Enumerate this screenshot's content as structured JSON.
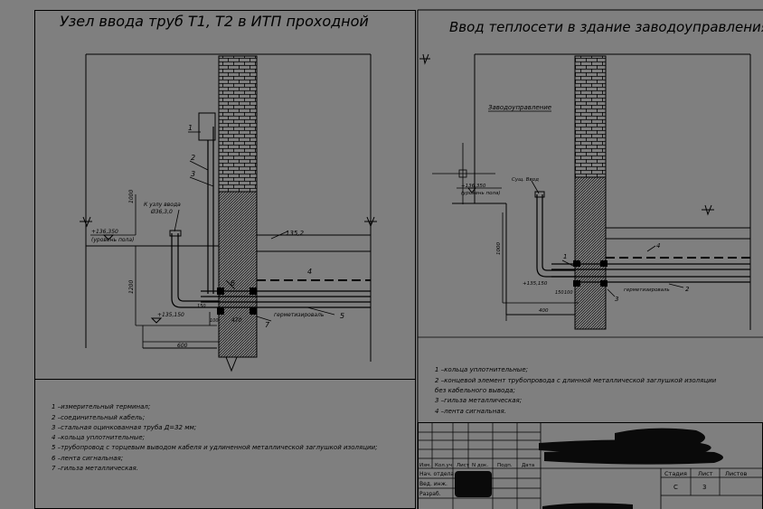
{
  "left_panel": {
    "title": "Узел ввода труб Т1, Т2  в ИТП проходной",
    "callouts": {
      "c1": "1",
      "c2": "2",
      "c3": "3",
      "c4": "4",
      "c5": "5",
      "c6": "6",
      "c7": "7"
    },
    "labels": {
      "to_node": "К узлу ввода",
      "diameter": "Ø36,3,0",
      "level_top": "+136,350",
      "level_top_sub": "(уровень пола)",
      "level_pipe": "+135,150",
      "level_right": "135,2",
      "sealant": "герметизироваль",
      "dim_600": "600",
      "dim_1000": "1000",
      "dim_1200": "1200",
      "dim_470": "470",
      "dim_150": "150",
      "dim_100": "100"
    },
    "legend": [
      "1 –измерительный терминал;",
      "2 –соединительный кабель;",
      "3 –стальная оцинкованная труба Д=32 мм;",
      "4 –кольца уплотнительные;",
      "5 –трубопровод с торцевым выводом кабеля и удлиненной металлической заглушкой изоляции;",
      "6 –лента сигнальная;",
      "7 –гильза металлическая."
    ]
  },
  "right_panel": {
    "title": "Ввод теплосети в здание заводоуправления",
    "building_label": "Заводоуправление",
    "callouts": {
      "c1": "1",
      "c2": "2",
      "c3": "3",
      "c4": "4"
    },
    "labels": {
      "level_top": "+136,350",
      "level_top_sub": "(уровень пола)",
      "level_pipe": "+135,150",
      "wall": "Сущ. Ввод",
      "sealant": "герметизироваль",
      "dim_1000": "1000",
      "dim_400": "400",
      "dim_150": "150",
      "dim_100": "100"
    },
    "legend": [
      "1 –кольца уплотнительные;",
      "2 –концевой элемент трубопровода с длинной металлической заглушкой изоляции",
      "без кабельного вывода;",
      "3 –гильза металлическая;",
      "4 –лента сигнальная."
    ]
  },
  "title_block": {
    "header": [
      "Изм.",
      "Кол.уч",
      "Лист",
      "N док.",
      "Подп.",
      "Дата"
    ],
    "rows": [
      "Нач. отдела",
      "Вед. инж.",
      "Разраб."
    ],
    "stage_header": [
      "Стадия",
      "Лист",
      "Листов"
    ],
    "stage_values": [
      "С",
      "3",
      ""
    ]
  },
  "colors": {
    "paper": "#7f7f7f",
    "ink": "#000000",
    "redaction": "#0a0a0a"
  }
}
